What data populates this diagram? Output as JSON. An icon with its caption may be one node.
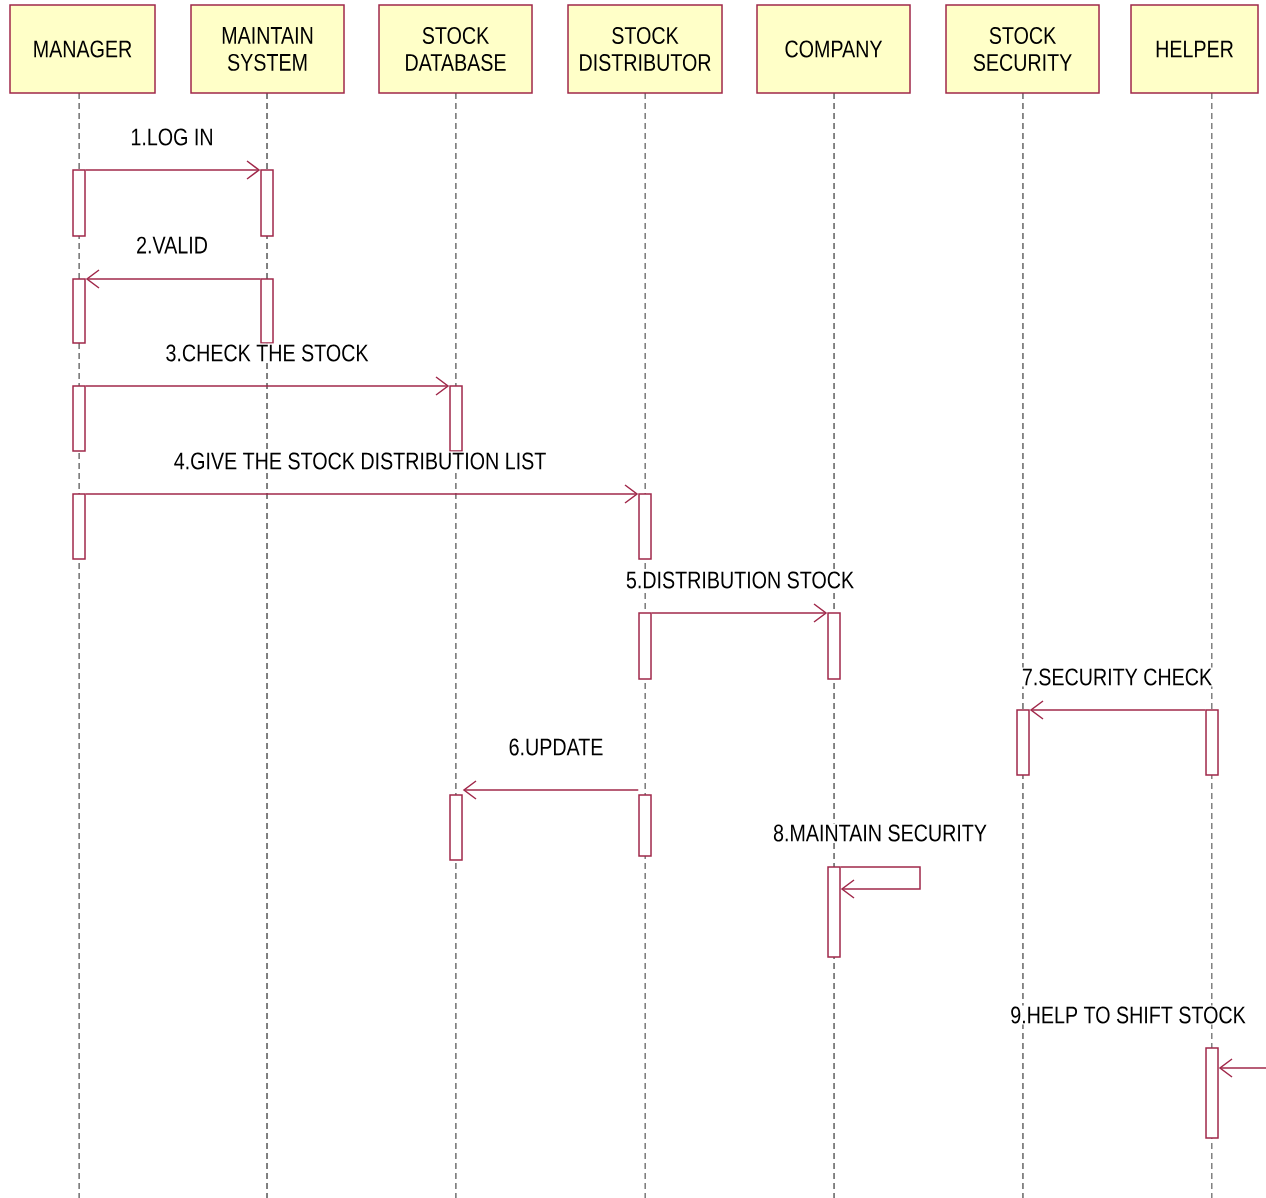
{
  "diagram": {
    "nodes": [
      {
        "text": [
          "MANAGER"
        ]
      },
      {
        "text": [
          "MAINTAIN SYSTEM"
        ]
      },
      {
        "text": [
          "STOCK DATABASE"
        ]
      },
      {
        "text": [
          "STOCK DISTRIBUTOR"
        ]
      },
      {
        "text": [
          "COMPANY"
        ]
      },
      {
        "text": [
          "STOCK SECURITY"
        ]
      },
      {
        "text": [
          "HELPER"
        ]
      },
      {
        "text": [],
        "shape": "bar"
      },
      {
        "text": [],
        "shape": "bar"
      },
      {
        "text": [],
        "shape": "bar"
      },
      {
        "text": [],
        "shape": "bar"
      },
      {
        "text": [],
        "shape": "bar"
      },
      {
        "text": [],
        "shape": "bar"
      },
      {
        "text": [],
        "shape": "bar"
      },
      {
        "text": [],
        "shape": "bar"
      },
      {
        "text": [],
        "shape": "bar"
      },
      {
        "text": [],
        "shape": "bar"
      },
      {
        "text": [],
        "shape": "bar"
      },
      {
        "text": [],
        "shape": "bar"
      },
      {
        "text": [],
        "shape": "bar"
      },
      {
        "text": [],
        "shape": "bar"
      },
      {
        "text": [],
        "shape": "bar"
      },
      {
        "text": [],
        "shape": "bar"
      }
    ],
    "edges": [
      {
        "from": 7,
        "to": 8,
        "arrow": "to",
        "label": "1.LOG IN"
      },
      {
        "from": 10,
        "to": 9,
        "arrow": "to",
        "label": "2.VALID"
      },
      {
        "from": 11,
        "to": 12,
        "arrow": "to",
        "label": "3.CHECK THE STOCK"
      },
      {
        "from": 13,
        "to": 14,
        "arrow": "to",
        "label": "4.GIVE THE STOCK DISTRIBUTION LIST"
      },
      {
        "from": 15,
        "to": 16,
        "arrow": "to",
        "label": "5.DISTRIBUTION STOCK"
      },
      {
        "from": 20,
        "to": 19,
        "arrow": "to",
        "label": "6.UPDATE"
      },
      {
        "from": 18,
        "to": 17,
        "arrow": "to",
        "label": "7.SECURITY CHECK"
      },
      {
        "from": 21,
        "to": 21,
        "arrow": "to",
        "label": "8.MAINTAIN SECURITY"
      },
      {
        "from": null,
        "to": 22,
        "arrow": "to",
        "label": "9.HELP TO SHIFT STOCK"
      }
    ]
  }
}
